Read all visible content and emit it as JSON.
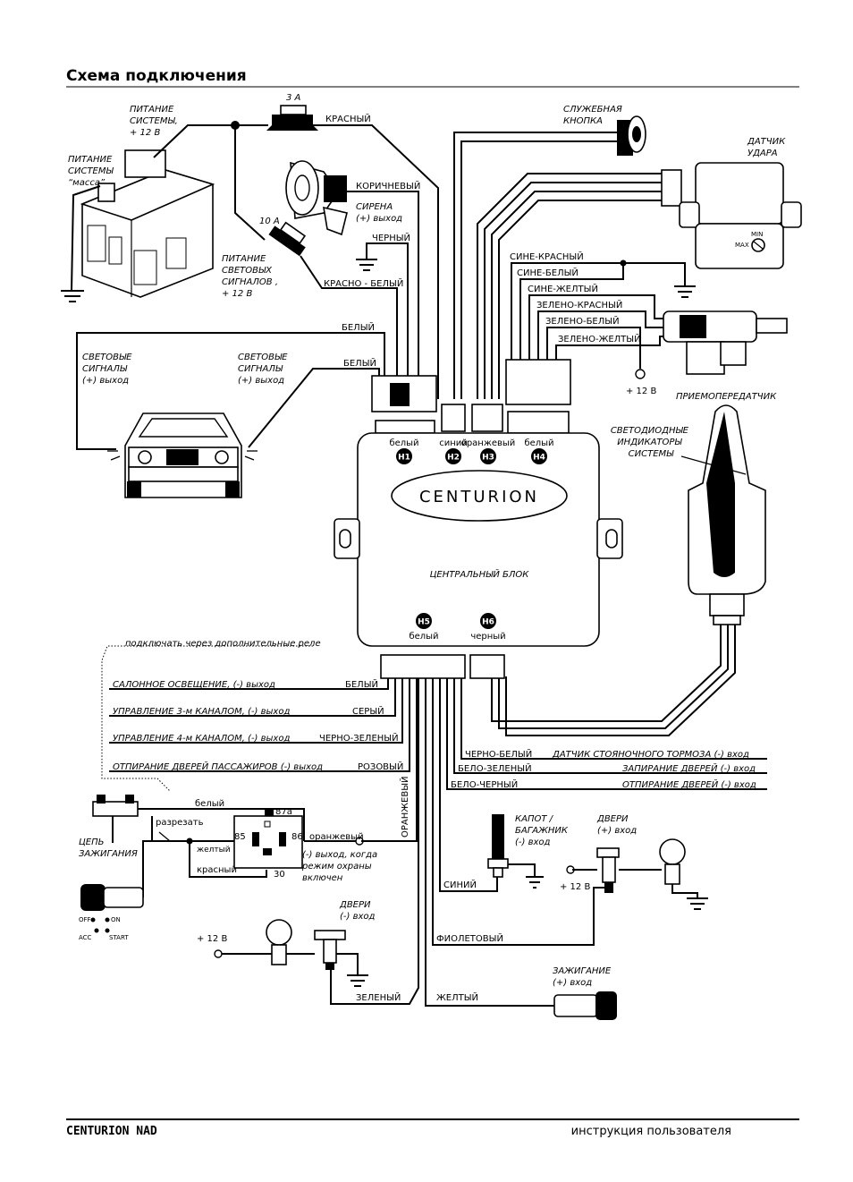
{
  "header": {
    "title": "Схема подключения"
  },
  "footer": {
    "left": "CENTURION  NAD",
    "right": "инструкция пользователя"
  },
  "fuse_3a": "3 А",
  "fuse_10a": "10 А",
  "power": {
    "system_12v": [
      "ПИТАНИЕ",
      "СИСТЕМЫ,",
      "+ 12 В"
    ],
    "ground": [
      "ПИТАНИЕ",
      "СИСТЕМЫ",
      "“масса”"
    ],
    "lights_12v": [
      "ПИТАНИЕ",
      "СВЕТОВЫХ",
      "СИГНАЛОВ ,",
      "+ 12 В"
    ]
  },
  "siren": [
    "СИРЕНА",
    "(+) выход"
  ],
  "wires": {
    "red": "КРАСНЫЙ",
    "brown": "КОРИЧНЕВЫЙ",
    "black": "ЧЕРНЫЙ",
    "red_white": "КРАСНО - БЕЛЫЙ",
    "white1": "БЕЛЫЙ",
    "white2": "БЕЛЫЙ",
    "blue_red": "СИНЕ-КРАСНЫЙ",
    "blue_white": "СИНЕ-БЕЛЫЙ",
    "blue_yellow": "СИНЕ-ЖЕЛТЫЙ",
    "green_red": "ЗЕЛЕНО-КРАСНЫЙ",
    "green_white": "ЗЕЛЕНО-БЕЛЫЙ",
    "green_yellow": "ЗЕЛЕНО-ЖЕЛТЫЙ",
    "h5_white": "БЕЛЫЙ",
    "h5_gray": "СЕРЫЙ",
    "h5_black_green": "ЧЕРНО-ЗЕЛЕНЫЙ",
    "h5_pink": "РОЗОВЫЙ",
    "orange": "ОРАНЖЕВЫЙ",
    "black_white": "ЧЕРНО-БЕЛЫЙ",
    "white_green": "БЕЛО-ЗЕЛЕНЫЙ",
    "white_black": "БЕЛО-ЧЕРНЫЙ",
    "blue": "СИНИЙ",
    "violet": "ФИОЛЕТОВЫЙ",
    "green": "ЗЕЛЕНЫЙ",
    "yellow": "ЖЕЛТЫЙ"
  },
  "service_button": [
    "СЛУЖЕБНАЯ",
    "КНОПКА"
  ],
  "shock_sensor": [
    "ДАТЧИК",
    "УДАРА"
  ],
  "shock_min": "MIN",
  "shock_max": "MAX",
  "plus12_lock": "+ 12 В",
  "transceiver": "ПРИЕМОПЕРЕДАТЧИК",
  "leds": [
    "СВЕТОДИОДНЫЕ",
    "ИНДИКАТОРЫ",
    "СИСТЕМЫ"
  ],
  "lights_out_left": [
    "СВЕТОВЫЕ",
    "СИГНАЛЫ",
    "(+) выход"
  ],
  "lights_out_right": [
    "СВЕТОВЫЕ",
    "СИГНАЛЫ",
    "(+) выход"
  ],
  "unit": {
    "brand": "CENTURION",
    "name": "ЦЕНТРАЛЬНЫЙ БЛОК",
    "top_connectors": [
      {
        "id": "H1",
        "color": "белый"
      },
      {
        "id": "H2",
        "color": "синий"
      },
      {
        "id": "H3",
        "color": "оранжевый"
      },
      {
        "id": "H4",
        "color": "белый"
      }
    ],
    "bottom_connectors": [
      {
        "id": "H5",
        "color": "белый"
      },
      {
        "id": "H6",
        "color": "черный"
      }
    ]
  },
  "relay_note": "подключать через дополнительные реле",
  "outputs": {
    "interior": "САЛОННОЕ ОСВЕЩЕНИЕ,  (-) выход",
    "ch3": "УПРАВЛЕНИЕ 3-м КАНАЛОМ,  (-) выход",
    "ch4": "УПРАВЛЕНИЕ 4-м КАНАЛОМ,  (-) выход",
    "pass_unlock": "ОТПИРАНИЕ ДВЕРЕЙ ПАССАЖИРОВ (-) выход"
  },
  "inputs": {
    "handbrake": "ДАТЧИК СТОЯНОЧНОГО ТОРМОЗА (-) вход",
    "lock": "ЗАПИРАНИЕ ДВЕРЕЙ (-) вход",
    "unlock": "ОТПИРАНИЕ ДВЕРЕЙ (-) вход"
  },
  "ignition_circuit": [
    "ЦЕПЬ",
    "ЗАЖИГАНИЯ"
  ],
  "cut": "разрезать",
  "relay": {
    "white": "белый",
    "yellow": "желтый",
    "red": "красный",
    "orange": "оранжевый",
    "p85": "85",
    "p86": "86",
    "p87a": "87a",
    "p30": "30"
  },
  "armed_out": [
    "(-) выход, когда",
    "режим охраны",
    "включен"
  ],
  "key": {
    "off": "OFF",
    "on": "ON",
    "acc": "ACC",
    "start": "START"
  },
  "hood": [
    "КАПОТ /",
    "БАГАЖНИК",
    "(-) вход"
  ],
  "doors_plus": [
    "ДВЕРИ",
    "(+) вход"
  ],
  "doors_minus": [
    "ДВЕРИ",
    "(-) вход"
  ],
  "plus12_doors": "+ 12 В",
  "plus12_left": "+ 12 В",
  "ignition_in": [
    "ЗАЖИГАНИЕ",
    "(+) вход"
  ]
}
